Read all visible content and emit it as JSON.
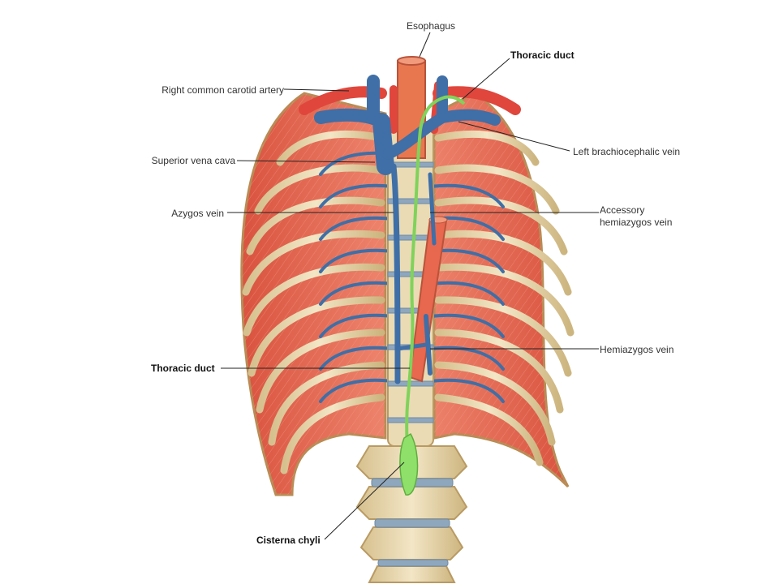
{
  "diagram": {
    "labels": {
      "esophagus": "Esophagus",
      "thoracic_duct_top": "Thoracic  duct",
      "right_common_carotid_artery": "Right common carotid artery",
      "left_brachiocephalic_vein": "Left brachiocephalic vein",
      "superior_vena_cava": "Superior vena cava",
      "azygos_vein": "Azygos vein",
      "accessory_hemiazygos_vein_line1": "Accessory",
      "accessory_hemiazygos_vein_line2": "hemiazygos vein",
      "hemiazygos_vein": "Hemiazygos vein",
      "thoracic_duct_left": "Thoracic  duct",
      "cisterna_chyli": "Cisterna  chyli"
    },
    "colors": {
      "muscle": "#e8735a",
      "rib_bone": "#ecd9b0",
      "vein": "#3f6fa6",
      "artery": "#e0463c",
      "thoracic_duct": "#7fd35a",
      "vertebra": "#e6d3a3",
      "disc": "#8fa7bd"
    }
  }
}
